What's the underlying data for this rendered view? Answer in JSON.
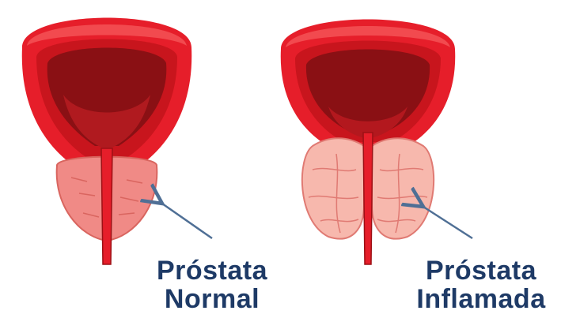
{
  "labels": {
    "normal": {
      "line1": "Próstata",
      "line2": "Normal"
    },
    "inflamed": {
      "line1": "Próstata",
      "line2": "Inflamada"
    }
  },
  "colors": {
    "label_text": "#1e3a66",
    "arrow": "#4f6f95",
    "bladder_wall": "#e61e2a",
    "bladder_wall_dark": "#b5121b",
    "bladder_inner": "#d6262c",
    "bladder_cavity": "#7a0f12",
    "prostate_normal": "#f08a86",
    "prostate_inflamed": "#f7b8ad",
    "prostate_inflamed_edge": "#e07a73"
  },
  "icons": {
    "normal_figure": "normal-prostate-illustration",
    "inflamed_figure": "inflamed-prostate-illustration",
    "pointer": "arrow-pointer-icon"
  }
}
